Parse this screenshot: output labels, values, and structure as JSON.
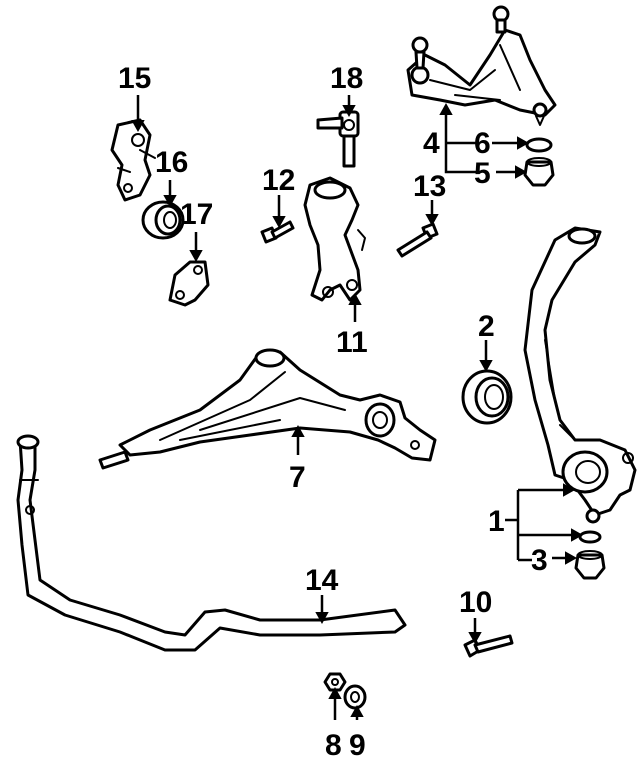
{
  "labels": {
    "c1": "1",
    "c2": "2",
    "c3": "3",
    "c4": "4",
    "c5": "5",
    "c6": "6",
    "c7": "7",
    "c8": "8",
    "c9": "9",
    "c10": "10",
    "c11": "11",
    "c12": "12",
    "c13": "13",
    "c14": "14",
    "c15": "15",
    "c16": "16",
    "c17": "17",
    "c18": "18"
  }
}
